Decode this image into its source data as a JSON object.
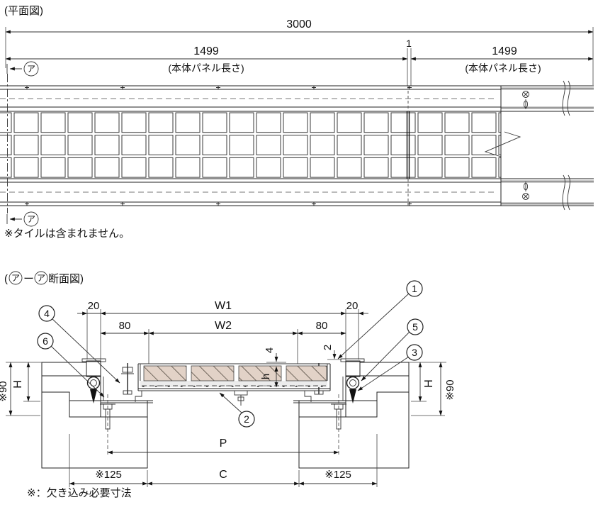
{
  "colors": {
    "tile": "#e2d2c7",
    "mortar": "#ececec",
    "concrete": "#bcbcbc",
    "rail": "#9a9a9a",
    "line": "#1a1a1a"
  },
  "plan": {
    "title": "(平面図)",
    "note": "※タイルは含まれません。",
    "section_marker": "ア",
    "dims": {
      "total": "3000",
      "left_panel": "1499",
      "left_panel_note": "(本体パネル長さ)",
      "joint_gap": "1",
      "right_panel": "1499",
      "right_panel_note": "(本体パネル長さ)"
    }
  },
  "section": {
    "title_open": "(",
    "title_dash": "ー",
    "title_close": "断面図)",
    "marker": "ア",
    "note": "※：欠き込み必要寸法",
    "dims": {
      "w1": "W1",
      "w2": "W2",
      "edge_left": "20",
      "edge_right": "20",
      "bearing_left": "80",
      "bearing_right": "80",
      "drop": "4",
      "clearance": "2",
      "panel_height": "h",
      "h_left": "H",
      "h_right": "H",
      "depth_left": "※90",
      "depth_right": "※90",
      "pitch": "P",
      "clear_span": "C",
      "notch_left": "※125",
      "notch_right": "※125"
    },
    "callouts": {
      "c1": "1",
      "c2": "2",
      "c3": "3",
      "c4": "4",
      "c5": "5",
      "c6": "6"
    }
  }
}
